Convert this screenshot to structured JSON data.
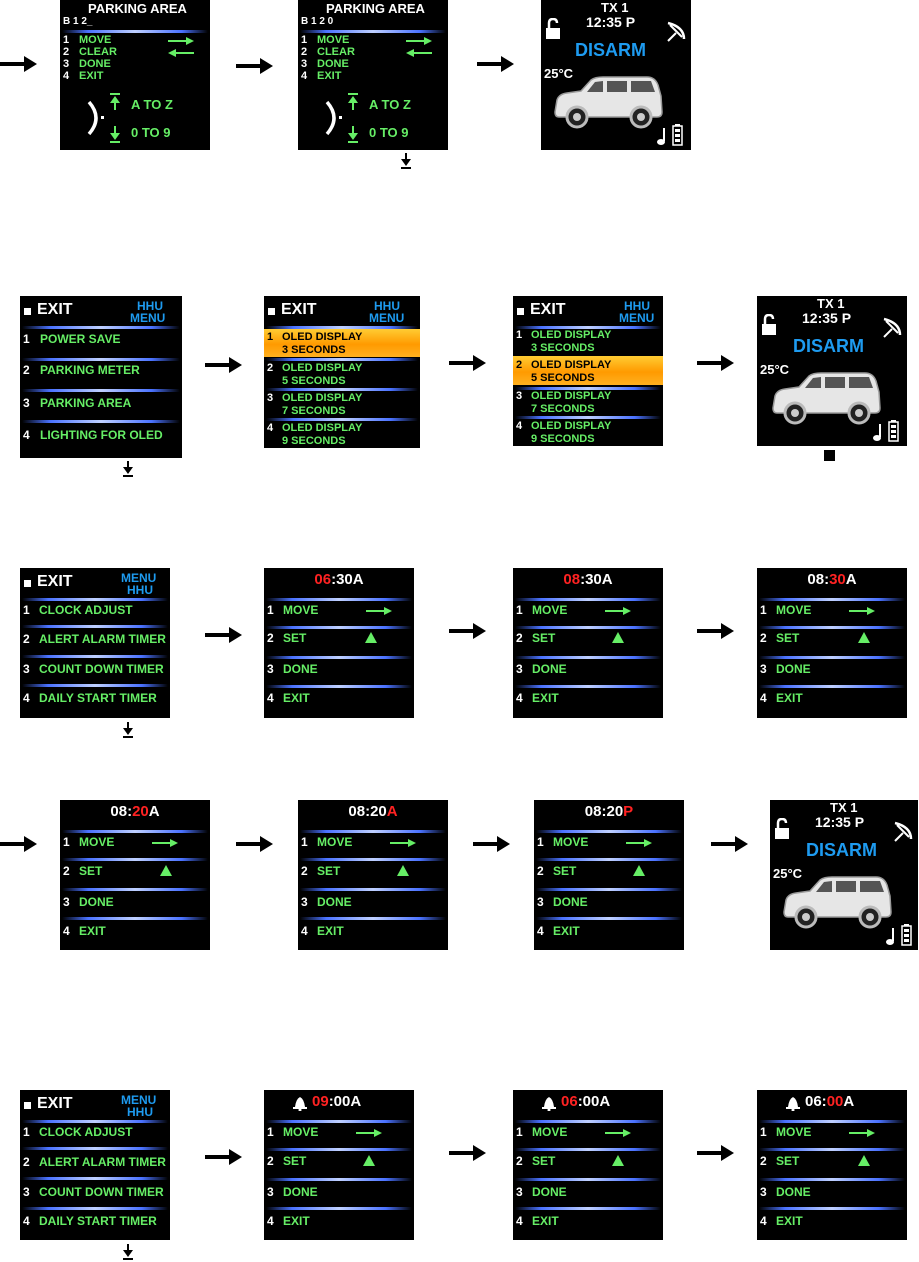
{
  "parking": {
    "title": "PARKING AREA",
    "codes": [
      "B 1 2_",
      "B 1 2 0"
    ],
    "items": [
      "MOVE",
      "CLEAR",
      "DONE",
      "EXIT"
    ],
    "nums": [
      "1",
      "2",
      "3",
      "4"
    ],
    "a_to_z": "A TO Z",
    "zero_to_nine": "0 TO 9"
  },
  "status": {
    "tx": "TX 1",
    "time": "12:35 P",
    "mode": "DISARM",
    "temp": "25°C"
  },
  "hhu_menu": {
    "exit": "EXIT",
    "hhu": "HHU",
    "menu": "MENU",
    "items": [
      "POWER SAVE",
      "PARKING METER",
      "PARKING AREA",
      "LIGHTING FOR OLED"
    ],
    "nums": [
      "1",
      "2",
      "3",
      "4"
    ]
  },
  "oled": {
    "line1": [
      "OLED DISPLAY",
      "OLED DISPLAY",
      "OLED DISPLAY",
      "OLED DISPLAY"
    ],
    "line2": [
      "3 SECONDS",
      "5 SECONDS",
      "7 SECONDS",
      "9 SECONDS"
    ]
  },
  "clock_menu": {
    "items": [
      "CLOCK ADJUST",
      "ALERT ALARM TIMER",
      "COUNT DOWN TIMER",
      "DAILY START TIMER"
    ]
  },
  "time_menu": {
    "items": [
      "MOVE",
      "SET",
      "DONE",
      "EXIT"
    ]
  },
  "times": {
    "row3": [
      {
        "a": "06",
        "b": ":30A",
        "c": ""
      },
      {
        "a": "08",
        "b": ":30A",
        "c": ""
      },
      {
        "a": "08:",
        "b": "30",
        "c": "A"
      }
    ],
    "row4": [
      {
        "a": "08:",
        "b": "20",
        "c": "A"
      },
      {
        "a": "08:20",
        "b": "A",
        "c": ""
      },
      {
        "a": "08:20",
        "b": "P",
        "c": ""
      }
    ],
    "row5": [
      {
        "a": "09",
        "b": ":00A",
        "c": ""
      },
      {
        "a": "06",
        "b": ":00A",
        "c": ""
      },
      {
        "a": "06:",
        "b": "00",
        "c": "A"
      }
    ]
  }
}
